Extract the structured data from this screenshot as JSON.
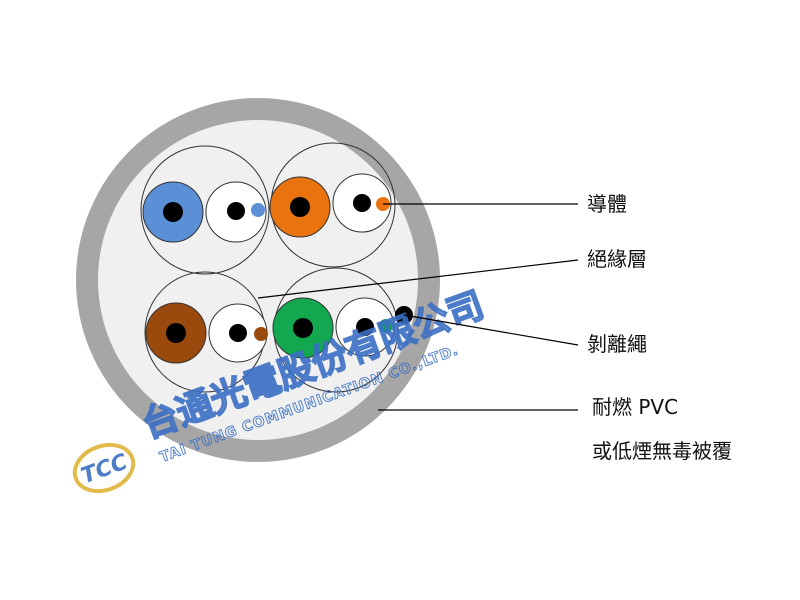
{
  "labels": {
    "conductor": "導體",
    "insulation": "絕緣層",
    "ripcord": "剝離繩",
    "jacket_line1": "耐燃 PVC",
    "jacket_line2": "或低煙無毒被覆"
  },
  "watermark": {
    "logo_text": "TCC",
    "company_cn": "台通光電股份有限公司",
    "company_en": "TAI TUNG COMMUNICATION CO.,LTD."
  },
  "colors": {
    "jacket": "#a6a6a6",
    "core_fill": "#f0f0f0",
    "blue": "#5b8fd6",
    "orange": "#e8730f",
    "brown": "#9b4a0e",
    "green": "#13a84f",
    "conductor": "#000000",
    "watermark": "#3a6fc4",
    "logo_gold": "#e0b43a"
  },
  "pairs": [
    {
      "name": "blue-pair",
      "color": "blue"
    },
    {
      "name": "orange-pair",
      "color": "orange"
    },
    {
      "name": "brown-pair",
      "color": "brown"
    },
    {
      "name": "green-pair",
      "color": "green"
    }
  ]
}
